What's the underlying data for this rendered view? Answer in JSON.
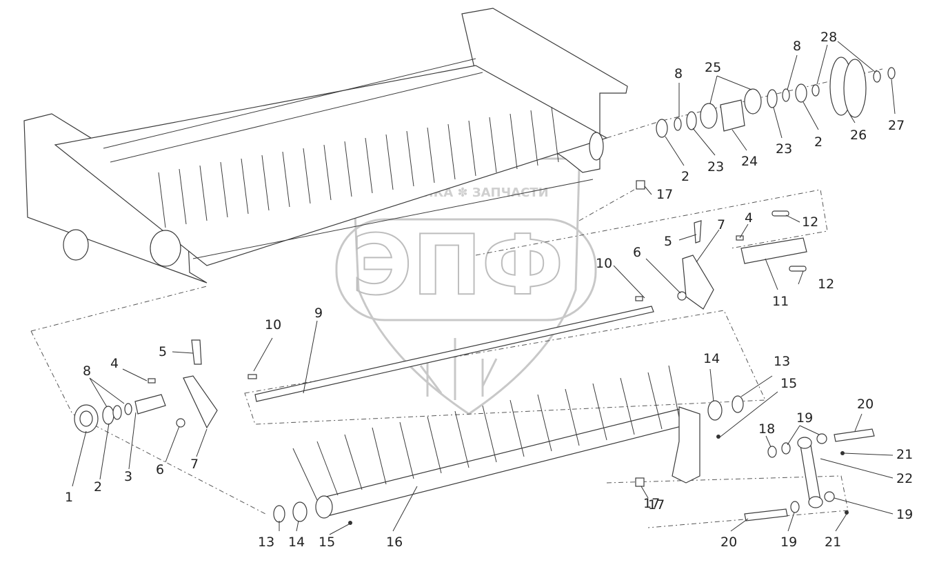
{
  "watermark": {
    "top_text": "ТЕХНИКА ✽ ЗАПЧАСТИ",
    "logo_text": "ЭПФ"
  },
  "callouts": [
    {
      "id": "c1",
      "label": "1"
    },
    {
      "id": "c2a",
      "label": "2"
    },
    {
      "id": "c3",
      "label": "3"
    },
    {
      "id": "c4a",
      "label": "4"
    },
    {
      "id": "c5a",
      "label": "5"
    },
    {
      "id": "c6a",
      "label": "6"
    },
    {
      "id": "c7a",
      "label": "7"
    },
    {
      "id": "c8a",
      "label": "8"
    },
    {
      "id": "c9",
      "label": "9"
    },
    {
      "id": "c10a",
      "label": "10"
    },
    {
      "id": "c13a",
      "label": "13"
    },
    {
      "id": "c14a",
      "label": "14"
    },
    {
      "id": "c15a",
      "label": "15"
    },
    {
      "id": "c16",
      "label": "16"
    },
    {
      "id": "c17a",
      "label": "17"
    },
    {
      "id": "c2b",
      "label": "2"
    },
    {
      "id": "c8b",
      "label": "8"
    },
    {
      "id": "c25",
      "label": "25"
    },
    {
      "id": "c23a",
      "label": "23"
    },
    {
      "id": "c24",
      "label": "24"
    },
    {
      "id": "c8c",
      "label": "8"
    },
    {
      "id": "c23b",
      "label": "23"
    },
    {
      "id": "c2c",
      "label": "2"
    },
    {
      "id": "c28",
      "label": "28"
    },
    {
      "id": "c26",
      "label": "26"
    },
    {
      "id": "c27",
      "label": "27"
    },
    {
      "id": "c17b",
      "label": "17"
    },
    {
      "id": "c5b",
      "label": "5"
    },
    {
      "id": "c7b",
      "label": "7"
    },
    {
      "id": "c4b",
      "label": "4"
    },
    {
      "id": "c12a",
      "label": "12"
    },
    {
      "id": "c6b",
      "label": "6"
    },
    {
      "id": "c10b",
      "label": "10"
    },
    {
      "id": "c11",
      "label": "11"
    },
    {
      "id": "c12b",
      "label": "12"
    },
    {
      "id": "c14b",
      "label": "14"
    },
    {
      "id": "c13b",
      "label": "13"
    },
    {
      "id": "c15b",
      "label": "15"
    },
    {
      "id": "c18",
      "label": "18"
    },
    {
      "id": "c19a",
      "label": "19"
    },
    {
      "id": "c20a",
      "label": "20"
    },
    {
      "id": "c21a",
      "label": "21"
    },
    {
      "id": "c22",
      "label": "22"
    },
    {
      "id": "c17c",
      "label": "17"
    },
    {
      "id": "c19b",
      "label": "19"
    },
    {
      "id": "c20b",
      "label": "20"
    },
    {
      "id": "c19c",
      "label": "19"
    },
    {
      "id": "c21b",
      "label": "21"
    }
  ]
}
